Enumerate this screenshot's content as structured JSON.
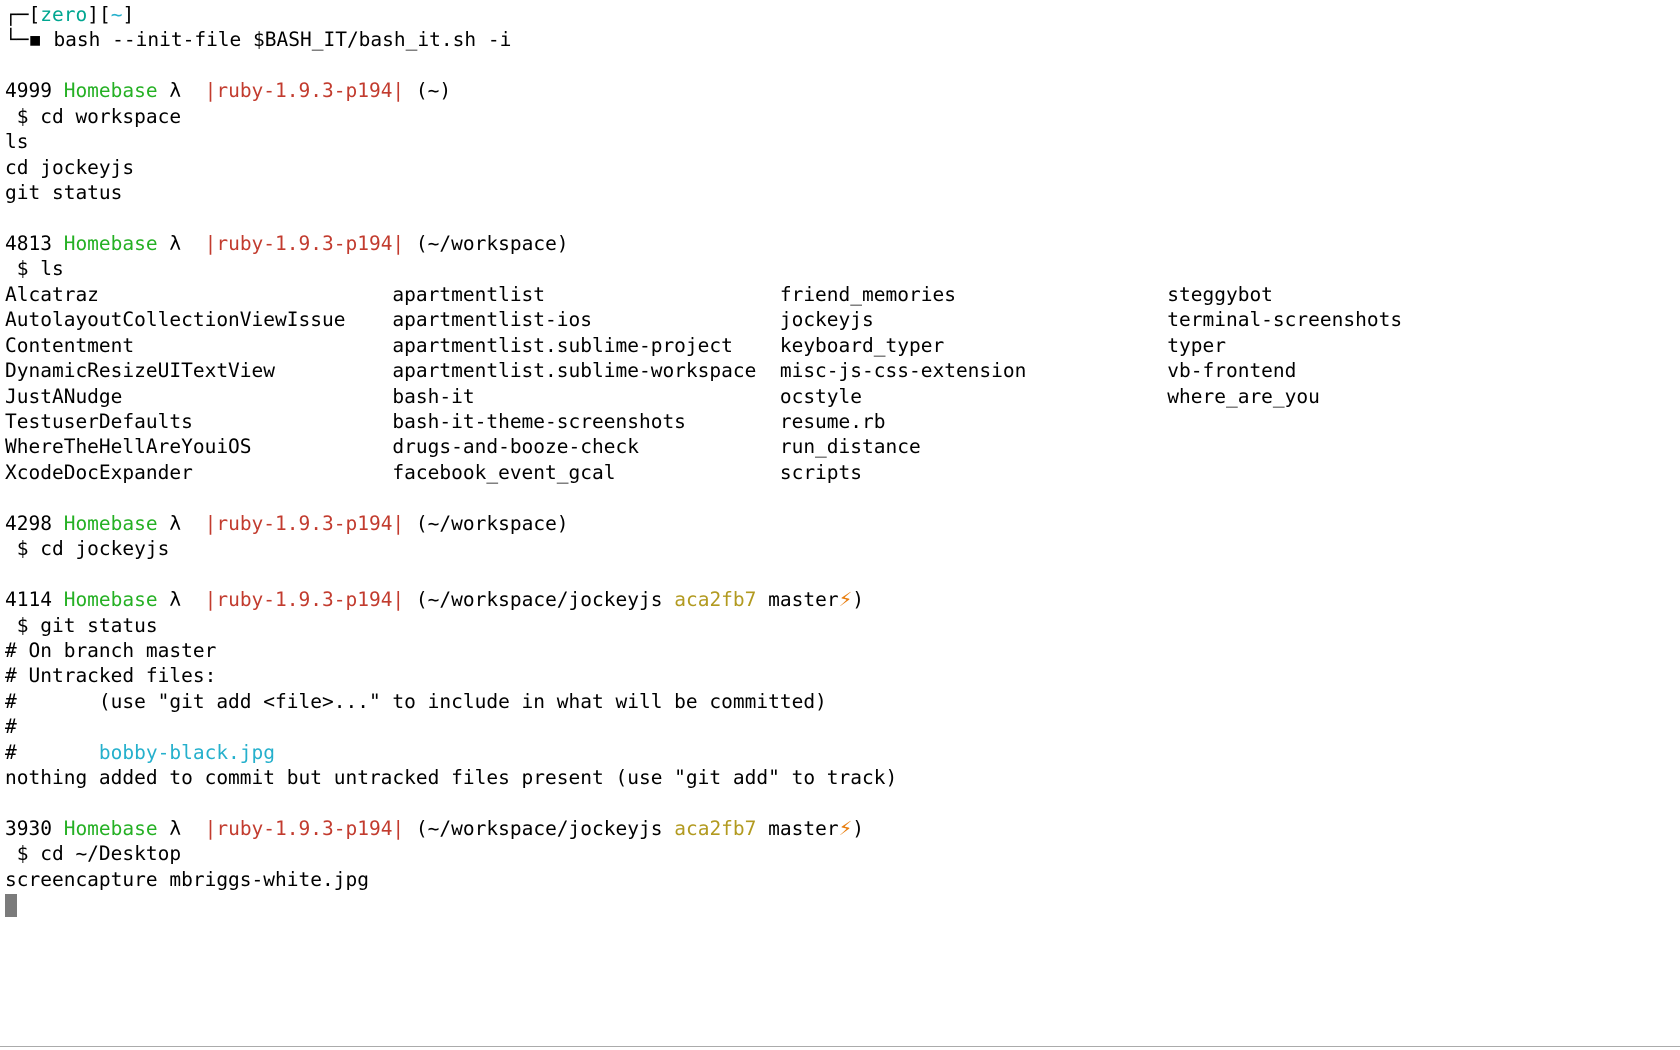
{
  "palette": {
    "black": "#000000",
    "green": "#25b024",
    "teal": "#00a690",
    "cyan": "#25b0cc",
    "red": "#c23b2e",
    "yellow": "#b29a20",
    "orange": "#e87d0d",
    "cursor_gray": "#7b7b7b",
    "background": "#ffffff",
    "window_edge": "#ababab"
  },
  "terminal": {
    "ls_column_width": 33,
    "lines": [
      {
        "name": "prompt-box-top",
        "seg": [
          {
            "t": "┌─[",
            "c": "black"
          },
          {
            "t": "zero",
            "c": "teal",
            "n": "session-user"
          },
          {
            "t": "][",
            "c": "black"
          },
          {
            "t": "~",
            "c": "cyan",
            "n": "session-path"
          },
          {
            "t": "]",
            "c": "black"
          }
        ]
      },
      {
        "name": "init-command-line",
        "seg": [
          {
            "t": "└─",
            "c": "black"
          },
          {
            "t": "▪",
            "c": "black",
            "f": "sans",
            "n": "prompt-bullet-icon"
          },
          {
            "t": " bash --init-file $BASH_IT/bash_it.sh -i",
            "c": "black",
            "n": "init-command"
          }
        ]
      },
      {
        "name": "blank-line",
        "seg": []
      },
      {
        "name": "prompt-line",
        "seg": [
          {
            "t": "4999 ",
            "c": "black",
            "n": "history-number"
          },
          {
            "t": "Homebase",
            "c": "green",
            "n": "prompt-host"
          },
          {
            "t": " λ",
            "c": "black",
            "n": "lambda-icon"
          },
          {
            "t": "  ",
            "c": "black"
          },
          {
            "t": "|ruby-1.9.3-p194|",
            "c": "red",
            "n": "ruby-version"
          },
          {
            "t": " (~)",
            "c": "black",
            "n": "cwd"
          }
        ]
      },
      {
        "name": "command-line",
        "seg": [
          {
            "t": " $ cd workspace",
            "c": "black",
            "n": "command"
          }
        ]
      },
      {
        "name": "command-line",
        "seg": [
          {
            "t": "ls",
            "c": "black",
            "n": "command"
          }
        ]
      },
      {
        "name": "command-line",
        "seg": [
          {
            "t": "cd jockeyjs",
            "c": "black",
            "n": "command"
          }
        ]
      },
      {
        "name": "command-line",
        "seg": [
          {
            "t": "git status",
            "c": "black",
            "n": "command"
          }
        ]
      },
      {
        "name": "blank-line",
        "seg": []
      },
      {
        "name": "prompt-line",
        "seg": [
          {
            "t": "4813 ",
            "c": "black",
            "n": "history-number"
          },
          {
            "t": "Homebase",
            "c": "green",
            "n": "prompt-host"
          },
          {
            "t": " λ",
            "c": "black",
            "n": "lambda-icon"
          },
          {
            "t": "  ",
            "c": "black"
          },
          {
            "t": "|ruby-1.9.3-p194|",
            "c": "red",
            "n": "ruby-version"
          },
          {
            "t": " (~/workspace)",
            "c": "black",
            "n": "cwd"
          }
        ]
      },
      {
        "name": "command-line",
        "seg": [
          {
            "t": " $ ls",
            "c": "black",
            "n": "command"
          }
        ]
      },
      {
        "name": "ls-output-row",
        "cols": [
          "Alcatraz",
          "apartmentlist",
          "friend_memories",
          "steggybot"
        ]
      },
      {
        "name": "ls-output-row",
        "cols": [
          "AutolayoutCollectionViewIssue",
          "apartmentlist-ios",
          "jockeyjs",
          "terminal-screenshots"
        ]
      },
      {
        "name": "ls-output-row",
        "cols": [
          "Contentment",
          "apartmentlist.sublime-project",
          "keyboard_typer",
          "typer"
        ]
      },
      {
        "name": "ls-output-row",
        "cols": [
          "DynamicResizeUITextView",
          "apartmentlist.sublime-workspace",
          "misc-js-css-extension",
          "vb-frontend"
        ]
      },
      {
        "name": "ls-output-row",
        "cols": [
          "JustANudge",
          "bash-it",
          "ocstyle",
          "where_are_you"
        ]
      },
      {
        "name": "ls-output-row",
        "cols": [
          "TestuserDefaults",
          "bash-it-theme-screenshots",
          "resume.rb"
        ]
      },
      {
        "name": "ls-output-row",
        "cols": [
          "WhereTheHellAreYouiOS",
          "drugs-and-booze-check",
          "run_distance"
        ]
      },
      {
        "name": "ls-output-row",
        "cols": [
          "XcodeDocExpander",
          "facebook_event_gcal",
          "scripts"
        ]
      },
      {
        "name": "blank-line",
        "seg": []
      },
      {
        "name": "prompt-line",
        "seg": [
          {
            "t": "4298 ",
            "c": "black",
            "n": "history-number"
          },
          {
            "t": "Homebase",
            "c": "green",
            "n": "prompt-host"
          },
          {
            "t": " λ",
            "c": "black",
            "n": "lambda-icon"
          },
          {
            "t": "  ",
            "c": "black"
          },
          {
            "t": "|ruby-1.9.3-p194|",
            "c": "red",
            "n": "ruby-version"
          },
          {
            "t": " (~/workspace)",
            "c": "black",
            "n": "cwd"
          }
        ]
      },
      {
        "name": "command-line",
        "seg": [
          {
            "t": " $ cd jockeyjs",
            "c": "black",
            "n": "command"
          }
        ]
      },
      {
        "name": "blank-line",
        "seg": []
      },
      {
        "name": "prompt-line",
        "seg": [
          {
            "t": "4114 ",
            "c": "black",
            "n": "history-number"
          },
          {
            "t": "Homebase",
            "c": "green",
            "n": "prompt-host"
          },
          {
            "t": " λ",
            "c": "black",
            "n": "lambda-icon"
          },
          {
            "t": "  ",
            "c": "black"
          },
          {
            "t": "|ruby-1.9.3-p194|",
            "c": "red",
            "n": "ruby-version"
          },
          {
            "t": " (~/workspace/jockeyjs ",
            "c": "black",
            "n": "cwd"
          },
          {
            "t": "aca2fb7",
            "c": "yellow",
            "n": "git-sha"
          },
          {
            "t": " master",
            "c": "black",
            "n": "git-branch"
          },
          {
            "t": "⚡",
            "c": "orange",
            "f": "sans",
            "n": "dirty-lightning-icon"
          },
          {
            "t": ")",
            "c": "black"
          }
        ]
      },
      {
        "name": "command-line",
        "seg": [
          {
            "t": " $ git status",
            "c": "black",
            "n": "command"
          }
        ]
      },
      {
        "name": "git-status-line",
        "seg": [
          {
            "t": "# On branch master",
            "c": "black"
          }
        ]
      },
      {
        "name": "git-status-line",
        "seg": [
          {
            "t": "# Untracked files:",
            "c": "black"
          }
        ]
      },
      {
        "name": "git-status-line",
        "seg": [
          {
            "t": "#       (use \"git add <file>...\" to include in what will be committed)",
            "c": "black"
          }
        ]
      },
      {
        "name": "git-status-line",
        "seg": [
          {
            "t": "#",
            "c": "black"
          }
        ]
      },
      {
        "name": "git-status-line",
        "seg": [
          {
            "t": "#       ",
            "c": "black"
          },
          {
            "t": "bobby-black.jpg",
            "c": "cyan",
            "n": "untracked-file"
          }
        ]
      },
      {
        "name": "git-status-line",
        "seg": [
          {
            "t": "nothing added to commit but untracked files present (use \"git add\" to track)",
            "c": "black"
          }
        ]
      },
      {
        "name": "blank-line",
        "seg": []
      },
      {
        "name": "prompt-line",
        "seg": [
          {
            "t": "3930 ",
            "c": "black",
            "n": "history-number"
          },
          {
            "t": "Homebase",
            "c": "green",
            "n": "prompt-host"
          },
          {
            "t": " λ",
            "c": "black",
            "n": "lambda-icon"
          },
          {
            "t": "  ",
            "c": "black"
          },
          {
            "t": "|ruby-1.9.3-p194|",
            "c": "red",
            "n": "ruby-version"
          },
          {
            "t": " (~/workspace/jockeyjs ",
            "c": "black",
            "n": "cwd"
          },
          {
            "t": "aca2fb7",
            "c": "yellow",
            "n": "git-sha"
          },
          {
            "t": " master",
            "c": "black",
            "n": "git-branch"
          },
          {
            "t": "⚡",
            "c": "orange",
            "f": "sans",
            "n": "dirty-lightning-icon"
          },
          {
            "t": ")",
            "c": "black"
          }
        ]
      },
      {
        "name": "command-line",
        "seg": [
          {
            "t": " $ cd ~/Desktop",
            "c": "black",
            "n": "command"
          }
        ]
      },
      {
        "name": "command-line",
        "seg": [
          {
            "t": "screencapture mbriggs-white.jpg",
            "c": "black",
            "n": "command"
          }
        ]
      },
      {
        "name": "cursor-line",
        "seg": [],
        "cursor": true
      }
    ]
  }
}
